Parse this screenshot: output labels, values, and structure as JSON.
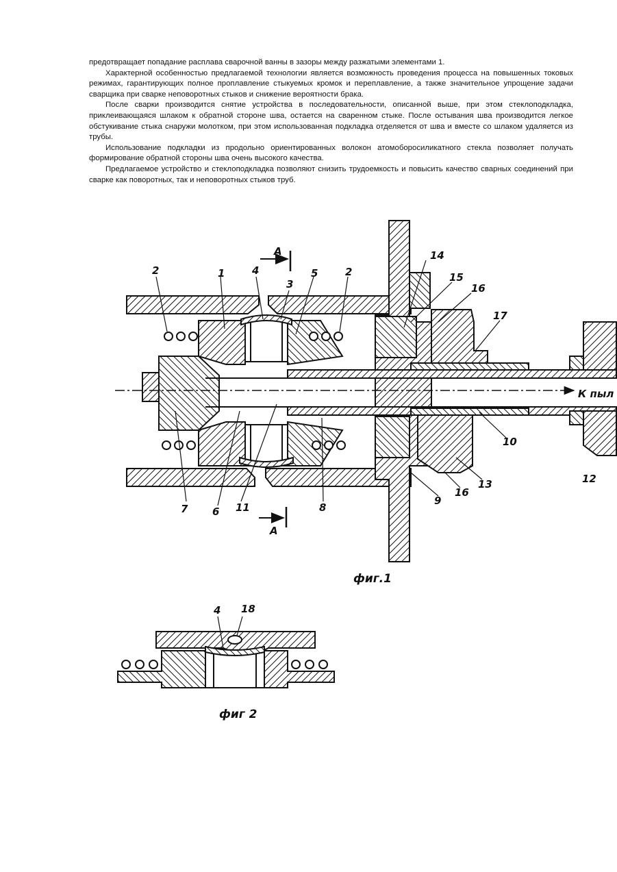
{
  "text": {
    "p0": "предотвращает попадание расплава сварочной ванны в зазоры между разжатыми элементами 1.",
    "p1": "Характерной особенностью предлагаемой технологии является возможность проведения процесса на повышенных токовых режимах, гарантирующих полное проплавление стыкуемых кромок и переплавление, а также значительное упрощение задачи сварщика при сварке неповоротных стыков и снижение вероятности брака.",
    "p2": "После сварки производится снятие устройства в последовательности, описанной выше, при этом стеклоподкладка, приклеивающаяся шлаком к обратной стороне шва, остается на сваренном стыке. После остывания шва производится легкое обстукивание стыка снаружи молотком, при этом использованная подкладка отделяется от шва и вместе со шлаком удаляется из трубы.",
    "p3": "Использование подкладки из продольно ориентированных волокон атомоборосиликатного стекла позволяет получать формирование обратной стороны шва очень высокого качества.",
    "p4": "Предлагаемое устройство и стеклоподкладка позволяют снизить трудоемкость и повысить качество сварных соединений при сварке как поворотных, так и неповоротных стыков труб."
  },
  "fig1": {
    "caption": "фиг.1",
    "section_top": "А",
    "section_bottom": "А",
    "flow_label": "К пыл",
    "labels": {
      "n1": "1",
      "n2a": "2",
      "n2b": "2",
      "n3": "3",
      "n4": "4",
      "n5": "5",
      "n6": "6",
      "n7": "7",
      "n8": "8",
      "n9": "9",
      "n10": "10",
      "n11": "11",
      "n12": "12",
      "n13": "13",
      "n14": "14",
      "n15": "15",
      "n16a": "16",
      "n16b": "16",
      "n17": "17"
    }
  },
  "fig2": {
    "caption": "фиг 2",
    "labels": {
      "n4": "4",
      "n18": "18"
    }
  }
}
